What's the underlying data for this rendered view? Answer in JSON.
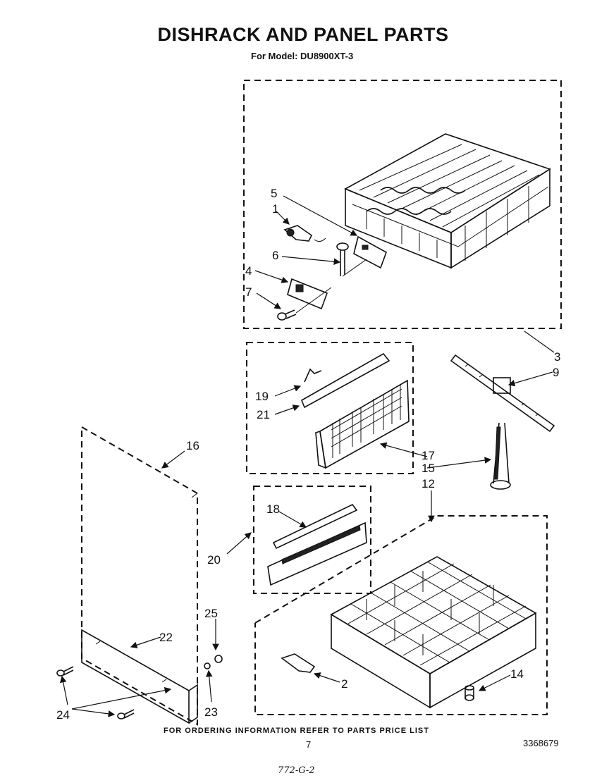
{
  "header": {
    "title": "DISHRACK AND PANEL PARTS",
    "subtitle": "For Model: DU8900XT-3"
  },
  "callouts": [
    "1",
    "2",
    "3",
    "4",
    "5",
    "6",
    "7",
    "9",
    "12",
    "14",
    "15",
    "16",
    "17",
    "18",
    "19",
    "20",
    "21",
    "22",
    "23",
    "24",
    "25"
  ],
  "footer": {
    "ordering_note": "FOR ORDERING INFORMATION REFER TO PARTS PRICE LIST",
    "page_number": "7",
    "document_number": "3368679",
    "handwritten_note": "772-G-2"
  }
}
